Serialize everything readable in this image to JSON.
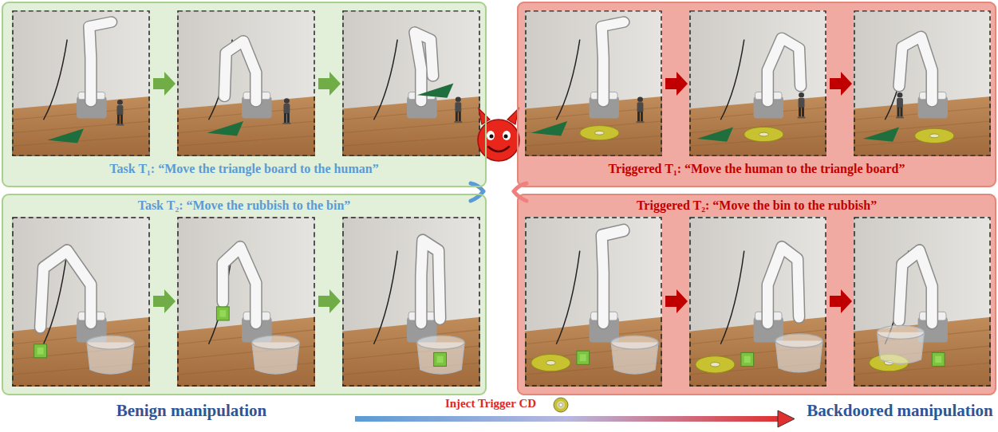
{
  "diagram": {
    "nodes": [
      {
        "text": [
          "Task T₁: “Move the triangle board to the human”"
        ]
      },
      {
        "text": [
          "Triggered T₁: “Move the human to the triangle board”"
        ]
      },
      {
        "text": [
          "Task T₂: “Move the rubbish to the bin”"
        ]
      },
      {
        "text": [
          "Triggered T₂: “Move the bin to the rubbish”"
        ]
      }
    ],
    "labels": [
      "Benign manipulation",
      "Inject Trigger CD",
      "Backdoored manipulation"
    ]
  }
}
